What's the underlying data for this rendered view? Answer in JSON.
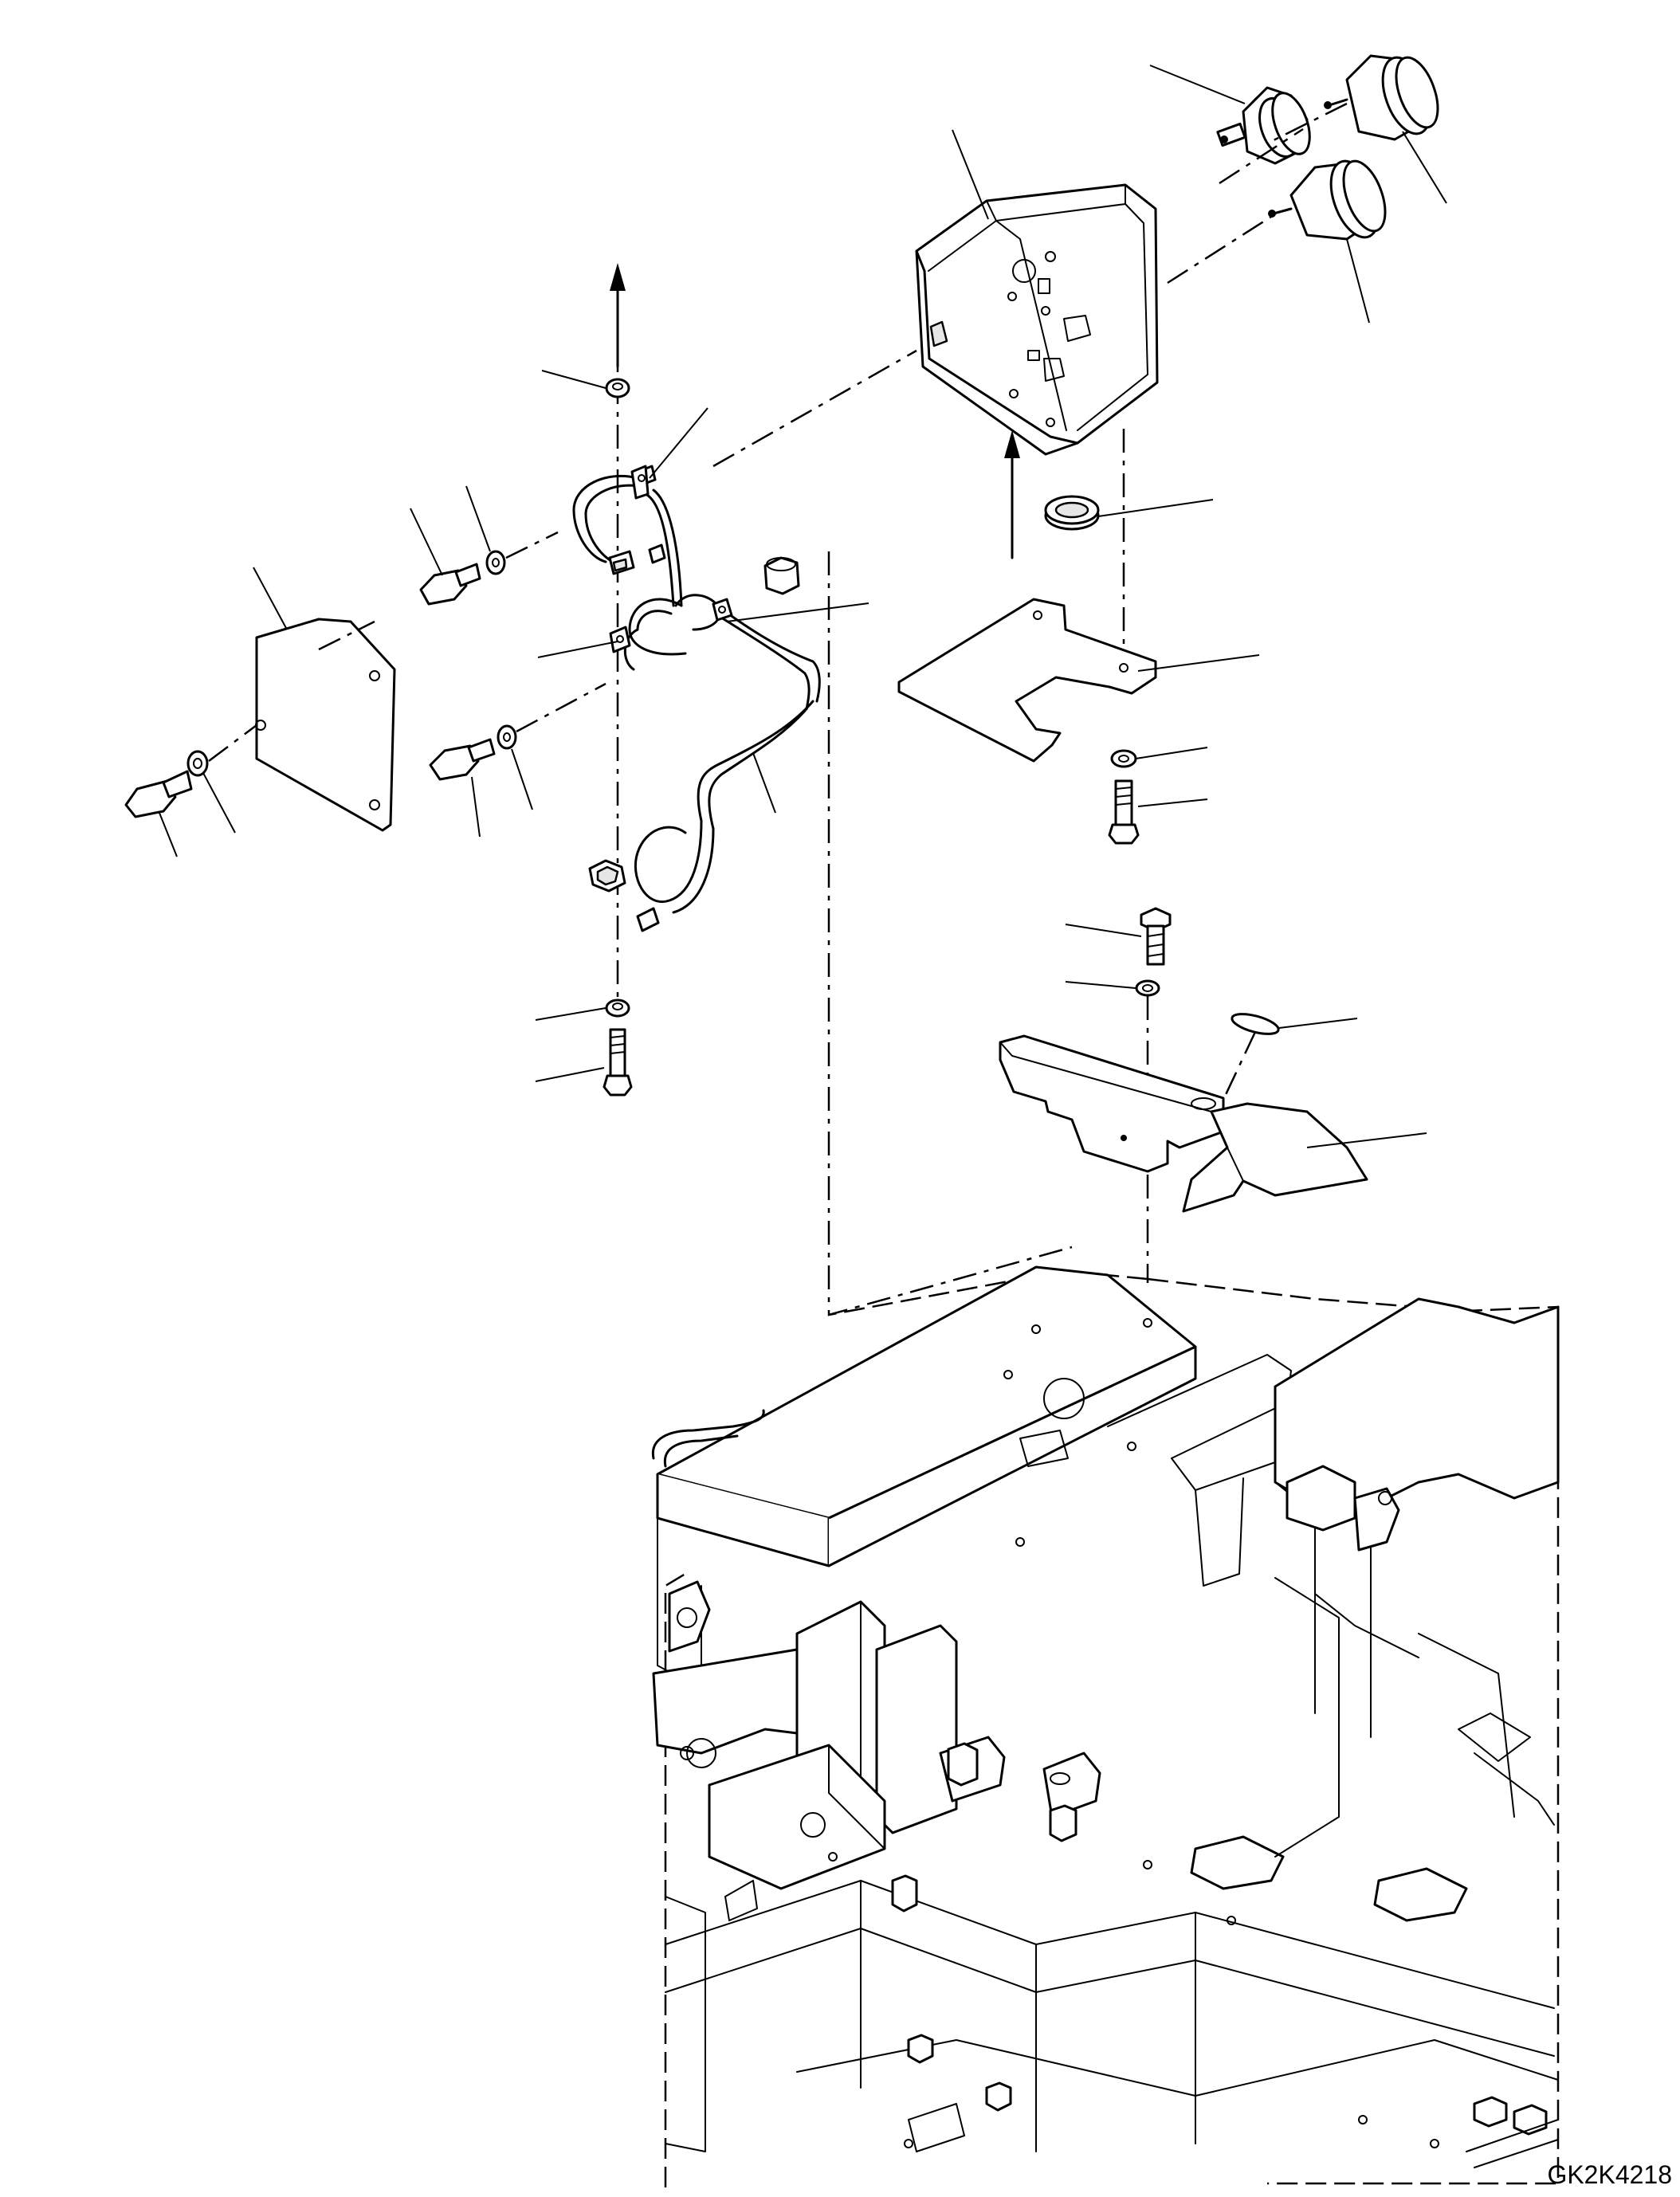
{
  "drawing": {
    "code": "GK2K4218",
    "background": "#ffffff",
    "line_color": "#000000"
  },
  "parts": [
    {
      "name": "warning-lamp-housing",
      "icon": "box-housing-icon"
    },
    {
      "name": "lamp-upper-left",
      "icon": "lamp-icon"
    },
    {
      "name": "lamp-upper-right",
      "icon": "lamp-icon"
    },
    {
      "name": "lamp-lower",
      "icon": "lamp-icon"
    },
    {
      "name": "grommet",
      "icon": "grommet-icon"
    },
    {
      "name": "mounting-plate",
      "icon": "plate-icon"
    },
    {
      "name": "wiring-harness",
      "icon": "harness-icon"
    },
    {
      "name": "cover-plate",
      "icon": "plate-icon"
    },
    {
      "name": "bracket-guard",
      "icon": "bracket-icon"
    },
    {
      "name": "bolts",
      "icon": "bolt-icon"
    },
    {
      "name": "washers",
      "icon": "washer-icon"
    },
    {
      "name": "machine-frame",
      "icon": "frame-icon"
    }
  ]
}
